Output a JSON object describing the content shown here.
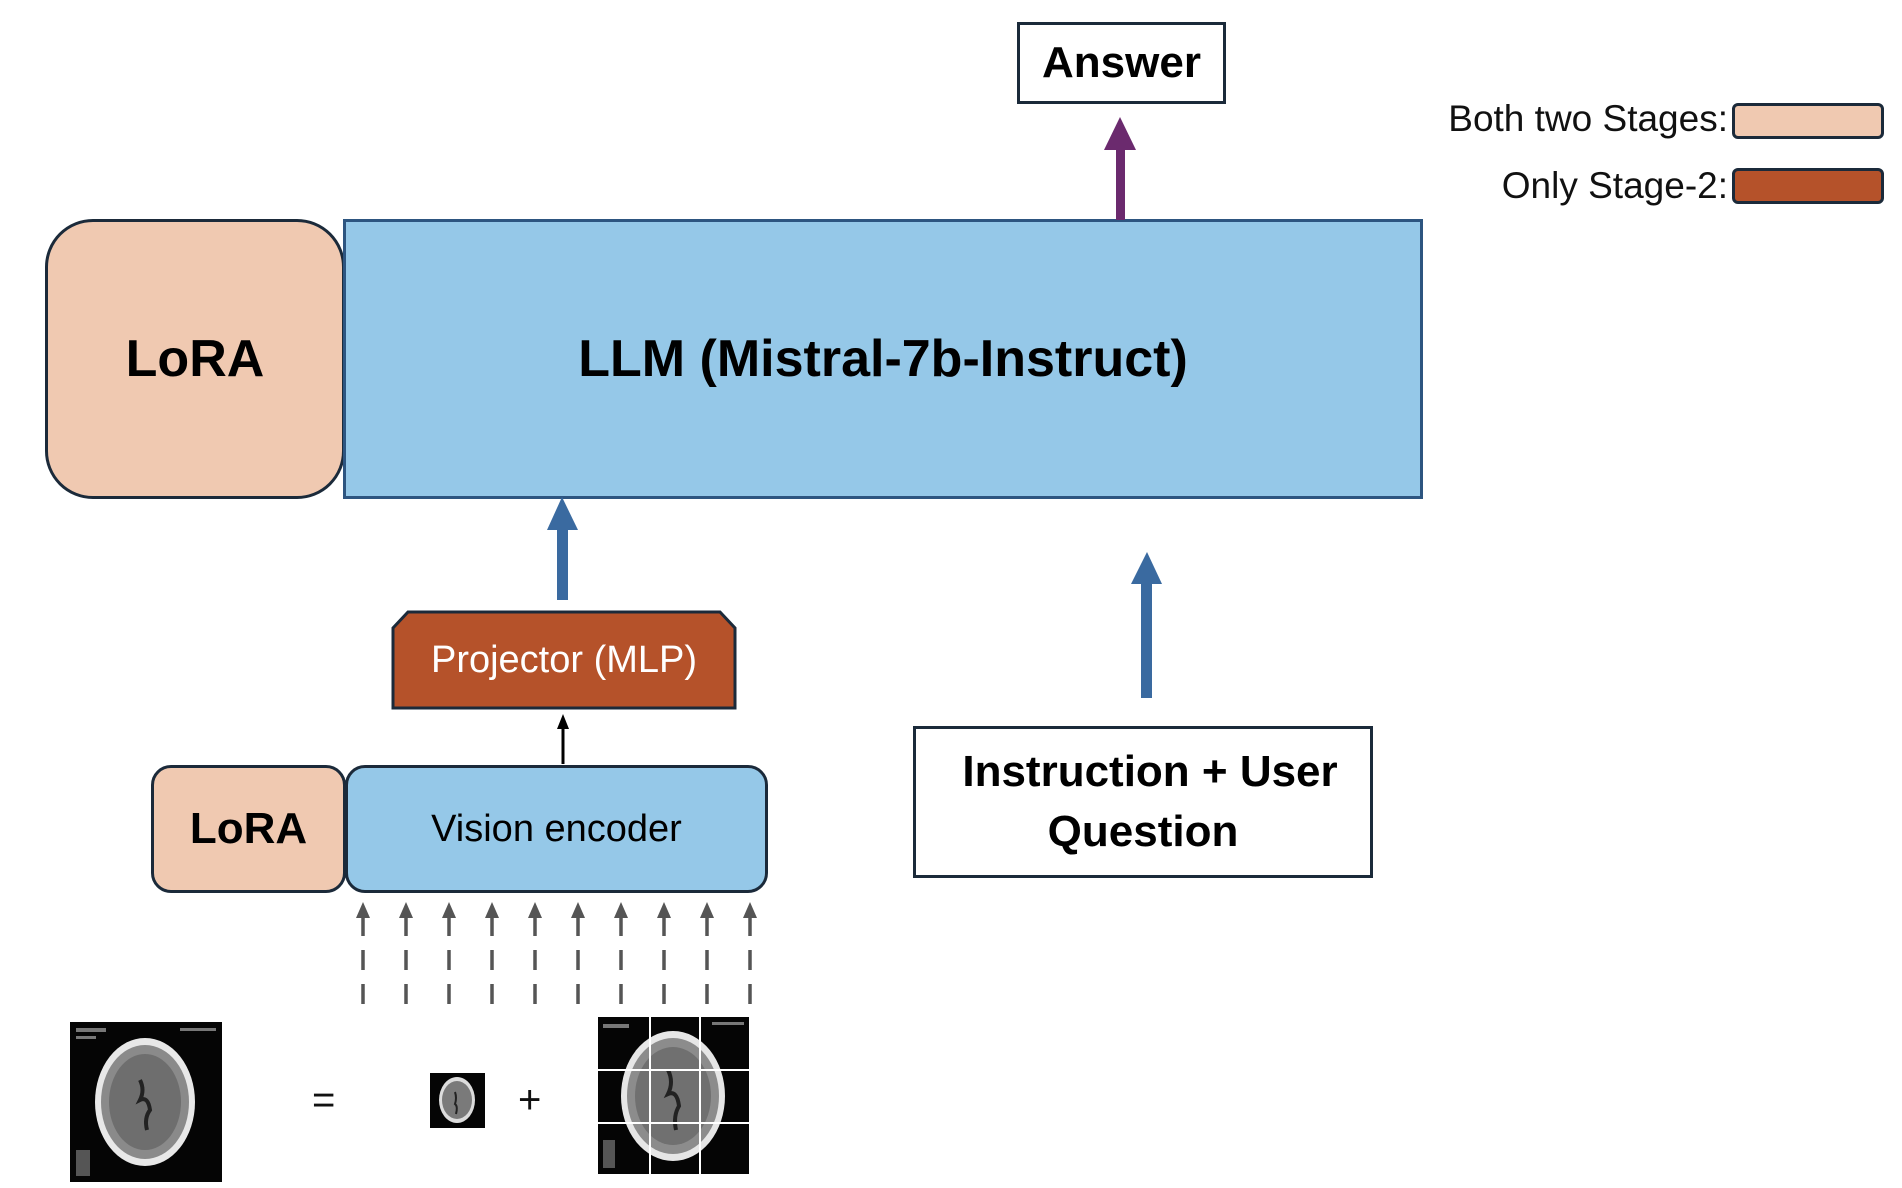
{
  "answer": {
    "label": "Answer"
  },
  "legend": {
    "both_stages_label": "Both two Stages:",
    "only_stage2_label": "Only Stage-2:",
    "both_stages_color": "#f0c9b1",
    "only_stage2_color": "#b5522a"
  },
  "llm": {
    "label": "LLM (Mistral-7b-Instruct)",
    "lora_label": "LoRA"
  },
  "projector": {
    "label": "Projector (MLP)"
  },
  "vision": {
    "encoder_label": "Vision encoder",
    "lora_label": "LoRA"
  },
  "instruction": {
    "line1": "Instruction + User",
    "line2": "Question"
  },
  "equation": {
    "equals": "=",
    "plus": "+"
  },
  "colors": {
    "arrow_blue": "#3a6aa0",
    "arrow_purple": "#6b2a6e",
    "llm_fill": "#95c8e8",
    "lora_fill": "#f0c9b1",
    "projector_fill": "#b5522a"
  }
}
